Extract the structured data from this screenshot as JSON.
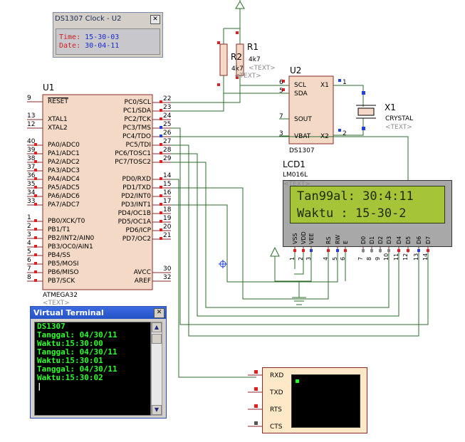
{
  "colors": {
    "wire": "#2b6b2b",
    "component_fill": "#f3d9c6",
    "component_border": "#8a2a2a",
    "pin_red": "#e02020",
    "pin_blue": "#2040e0",
    "lcd_green": "#a6c437",
    "terminal_text": "#2bff2b"
  },
  "ds_window": {
    "title": "DS1307 Clock - U2",
    "close": "✕",
    "time_label": "Time:",
    "time_value": "15-30-03",
    "date_label": "Date:",
    "date_value": "30-04-11"
  },
  "u1": {
    "ref": "U1",
    "part": "ATMEGA32",
    "text_tag": "<TEXT>",
    "left_pins": [
      {
        "num": "9",
        "name": "RESET"
      },
      {
        "num": "13",
        "name": "XTAL1"
      },
      {
        "num": "12",
        "name": "XTAL2"
      },
      {
        "num": "40",
        "name": "PA0/ADC0"
      },
      {
        "num": "39",
        "name": "PA1/ADC1"
      },
      {
        "num": "38",
        "name": "PA2/ADC2"
      },
      {
        "num": "37",
        "name": "PA3/ADC3"
      },
      {
        "num": "36",
        "name": "PA4/ADC4"
      },
      {
        "num": "35",
        "name": "PA5/ADC5"
      },
      {
        "num": "34",
        "name": "PA6/ADC6"
      },
      {
        "num": "33",
        "name": "PA7/ADC7"
      },
      {
        "num": "1",
        "name": "PB0/XCK/T0"
      },
      {
        "num": "2",
        "name": "PB1/T1"
      },
      {
        "num": "3",
        "name": "PB2/INT2/AIN0"
      },
      {
        "num": "4",
        "name": "PB3/OC0/AIN1"
      },
      {
        "num": "5",
        "name": "PB4/SS"
      },
      {
        "num": "6",
        "name": "PB5/MOSI"
      },
      {
        "num": "7",
        "name": "PB6/MISO"
      },
      {
        "num": "8",
        "name": "PB7/SCK"
      }
    ],
    "right_pins": [
      {
        "num": "22",
        "name": "PC0/SCL"
      },
      {
        "num": "23",
        "name": "PC1/SDA"
      },
      {
        "num": "24",
        "name": "PC2/TCK"
      },
      {
        "num": "25",
        "name": "PC3/TMS"
      },
      {
        "num": "26",
        "name": "PC4/TDO"
      },
      {
        "num": "27",
        "name": "PC5/TDI"
      },
      {
        "num": "28",
        "name": "PC6/TOSC1"
      },
      {
        "num": "29",
        "name": "PC7/TOSC2"
      },
      {
        "num": "14",
        "name": "PD0/RXD"
      },
      {
        "num": "15",
        "name": "PD1/TXD"
      },
      {
        "num": "16",
        "name": "PD2/INT0"
      },
      {
        "num": "17",
        "name": "PD3/INT1"
      },
      {
        "num": "18",
        "name": "PD4/OC1B"
      },
      {
        "num": "19",
        "name": "PD5/OC1A"
      },
      {
        "num": "20",
        "name": "PD6/ICP"
      },
      {
        "num": "21",
        "name": "PD7/OC2"
      },
      {
        "num": "30",
        "name": "AVCC"
      },
      {
        "num": "32",
        "name": "AREF"
      }
    ]
  },
  "r1": {
    "ref": "R1",
    "value": "4k7",
    "text_tag": "<TEXT>"
  },
  "r2": {
    "ref": "R2",
    "value": "4k7",
    "text_tag": "<TEXT>"
  },
  "u2": {
    "ref": "U2",
    "part": "DS1307",
    "pins": [
      {
        "num": "6",
        "name": "SCL"
      },
      {
        "num": "5",
        "name": "SDA"
      },
      {
        "num": "7",
        "name": "SOUT"
      },
      {
        "num": "3",
        "name": "VBAT"
      },
      {
        "num": "1",
        "name": "X1"
      },
      {
        "num": "2",
        "name": "X2"
      }
    ]
  },
  "x1": {
    "ref": "X1",
    "part": "CRYSTAL",
    "text_tag": "<TEXT>"
  },
  "lcd": {
    "ref": "LCD1",
    "part": "LM016L",
    "text_tag": "<TEXT>",
    "line1": "Tan99al: 30:4:11",
    "line2": "Waktu : 15-30-2",
    "pins": [
      {
        "name": "VSS",
        "num": "1"
      },
      {
        "name": "VDD",
        "num": "2"
      },
      {
        "name": "VEE",
        "num": "3"
      },
      {
        "name": "RS",
        "num": "4"
      },
      {
        "name": "RW",
        "num": "5"
      },
      {
        "name": "E",
        "num": "6"
      },
      {
        "name": "D0",
        "num": "7"
      },
      {
        "name": "D1",
        "num": "8"
      },
      {
        "name": "D2",
        "num": "9"
      },
      {
        "name": "D3",
        "num": "10"
      },
      {
        "name": "D4",
        "num": "11"
      },
      {
        "name": "D5",
        "num": "12"
      },
      {
        "name": "D6",
        "num": "13"
      },
      {
        "name": "D7",
        "num": "14"
      }
    ]
  },
  "terminal_window": {
    "title": "Virtual Terminal",
    "close": "✕",
    "lines": [
      "DS1307",
      "Tanggal: 04/30/11",
      "Waktu:15:30:00",
      "Tanggal: 04/30/11",
      "Waktu:15:30:01",
      "Tanggal: 04/30/11",
      "Waktu:15:30:02"
    ],
    "scroll_up": "▲",
    "scroll_down": "▼"
  },
  "terminal_device": {
    "pins": [
      "RXD",
      "TXD",
      "RTS",
      "CTS"
    ]
  }
}
